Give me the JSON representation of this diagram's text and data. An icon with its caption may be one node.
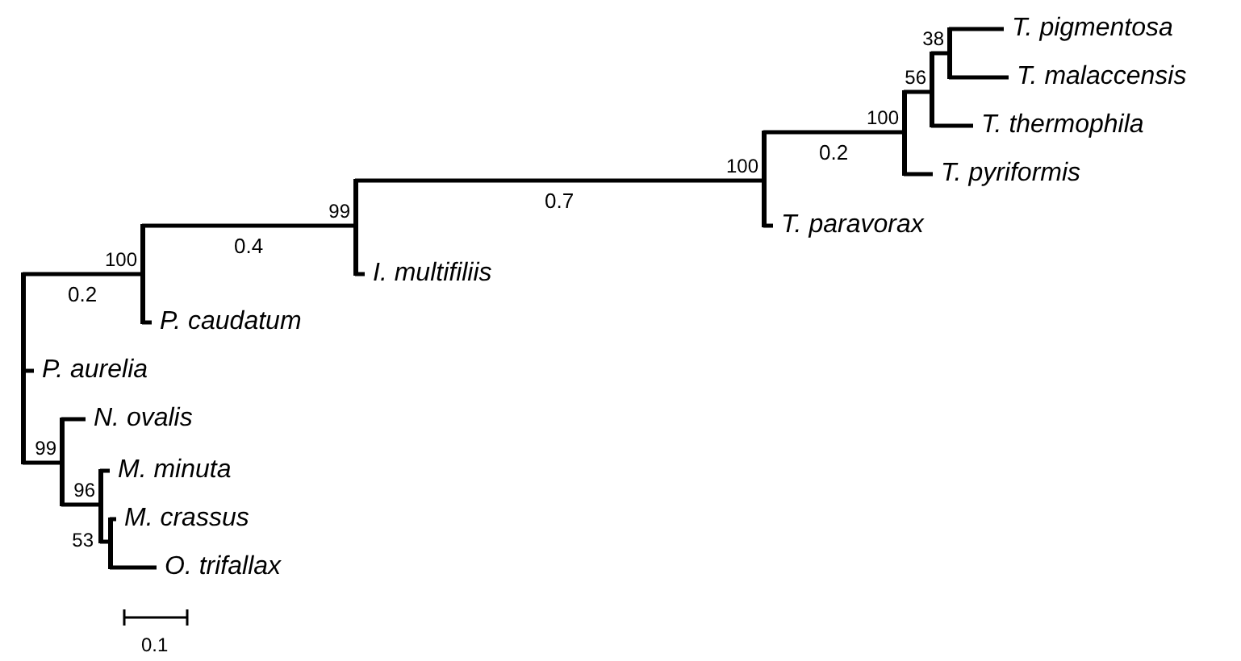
{
  "diagram": {
    "nodes": [
      {
        "text": [
          "T. pigmentosa"
        ]
      },
      {
        "text": [
          "T. malaccensis"
        ]
      },
      {
        "text": [
          "T. thermophila"
        ]
      },
      {
        "text": [
          "T. pyriformis"
        ]
      },
      {
        "text": [
          "T. paravorax"
        ]
      },
      {
        "text": [
          "I. multifiliis"
        ]
      },
      {
        "text": [
          "P. caudatum"
        ]
      },
      {
        "text": [
          "P. aurelia"
        ]
      },
      {
        "text": [
          "N. ovalis"
        ]
      },
      {
        "text": [
          "M. minuta"
        ]
      },
      {
        "text": [
          "M. crassus"
        ]
      },
      {
        "text": [
          "O. trifallax"
        ]
      },
      {
        "text": [],
        "shape": "point",
        "beside": [
          "38"
        ]
      },
      {
        "text": [],
        "shape": "point",
        "beside": [
          "56"
        ]
      },
      {
        "text": [],
        "shape": "point",
        "beside": [
          "100"
        ]
      },
      {
        "text": [],
        "shape": "point",
        "beside": [
          "100"
        ]
      },
      {
        "text": [],
        "shape": "point",
        "beside": [
          "99"
        ]
      },
      {
        "text": [],
        "shape": "point",
        "beside": [
          "100"
        ]
      },
      {
        "text": [],
        "shape": "point"
      },
      {
        "text": [],
        "shape": "point",
        "beside": [
          "99"
        ]
      },
      {
        "text": [],
        "shape": "point",
        "beside": [
          "96"
        ]
      },
      {
        "text": [],
        "shape": "point",
        "beside": [
          "53"
        ]
      }
    ],
    "edges": [
      {
        "from": 18,
        "to": 17,
        "arrow": "none",
        "label": "0.2"
      },
      {
        "from": 18,
        "to": 7,
        "arrow": "none"
      },
      {
        "from": 18,
        "to": 19,
        "arrow": "none"
      },
      {
        "from": 17,
        "to": 6,
        "arrow": "none"
      },
      {
        "from": 17,
        "to": 16,
        "arrow": "none",
        "label": "0.4"
      },
      {
        "from": 16,
        "to": 5,
        "arrow": "none"
      },
      {
        "from": 16,
        "to": 15,
        "arrow": "none",
        "label": "0.7"
      },
      {
        "from": 15,
        "to": 4,
        "arrow": "none"
      },
      {
        "from": 15,
        "to": 14,
        "arrow": "none",
        "label": "0.2"
      },
      {
        "from": 14,
        "to": 13,
        "arrow": "none"
      },
      {
        "from": 14,
        "to": 3,
        "arrow": "none"
      },
      {
        "from": 13,
        "to": 12,
        "arrow": "none"
      },
      {
        "from": 13,
        "to": 2,
        "arrow": "none"
      },
      {
        "from": 12,
        "to": 0,
        "arrow": "none"
      },
      {
        "from": 12,
        "to": 1,
        "arrow": "none"
      },
      {
        "from": 19,
        "to": 8,
        "arrow": "none"
      },
      {
        "from": 19,
        "to": 20,
        "arrow": "none"
      },
      {
        "from": 20,
        "to": 9,
        "arrow": "none"
      },
      {
        "from": 20,
        "to": 21,
        "arrow": "none"
      },
      {
        "from": 21,
        "to": 10,
        "arrow": "none"
      },
      {
        "from": 21,
        "to": 11,
        "arrow": "none"
      }
    ],
    "labels": [
      "0.1"
    ]
  }
}
